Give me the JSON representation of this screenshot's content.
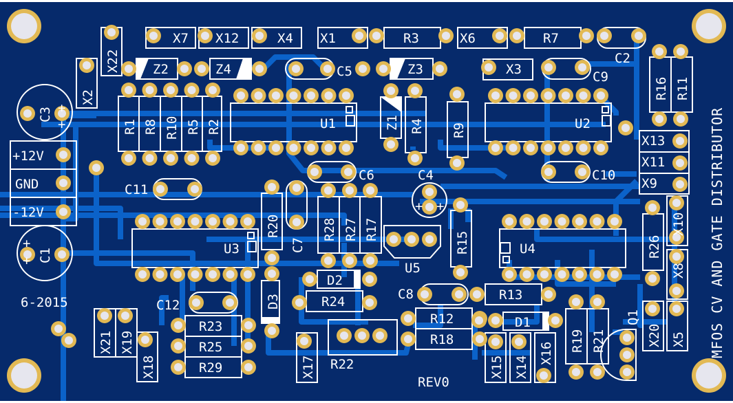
{
  "board": {
    "title": "MFOS CV AND GATE DISTRIBUTOR",
    "date": "6-2015",
    "revision": "REV0",
    "colors": {
      "substrate": "#062a6b",
      "trace": "#0b62c9",
      "pad": "#e2b954",
      "drill": "#e6e6ee",
      "silkscreen": "#ffffff"
    }
  },
  "power_connector": {
    "labels": [
      "+12V",
      "GND",
      "-12V"
    ]
  },
  "ics": [
    "U1",
    "U2",
    "U3",
    "U4",
    "U5"
  ],
  "resistors": {
    "R1": "R1",
    "R2": "R2",
    "R3": "R3",
    "R4": "R4",
    "R5": "R5",
    "R7": "R7",
    "R8": "R8",
    "R9": "R9",
    "R10": "R10",
    "R11": "R11",
    "R12": "R12",
    "R13": "R13",
    "R15": "R15",
    "R16": "R16",
    "R17": "R17",
    "R18": "R18",
    "R19": "R19",
    "R20": "R20",
    "R21": "R21",
    "R22": "R22",
    "R23": "R23",
    "R24": "R24",
    "R25": "R25",
    "R26": "R26",
    "R27": "R27",
    "R28": "R28",
    "R29": "R29"
  },
  "capacitors": {
    "C1": "C1",
    "C2": "C2",
    "C3": "C3",
    "C4": "C4",
    "C5": "C5",
    "C6": "C6",
    "C7": "C7",
    "C8": "C8",
    "C9": "C9",
    "C10": "C10",
    "C11": "C11",
    "C12": "C12"
  },
  "diodes": {
    "D1": "D1",
    "D2": "D2",
    "D3": "D3"
  },
  "zeners": {
    "Z1": "Z1",
    "Z2": "Z2",
    "Z3": "Z3",
    "Z4": "Z4"
  },
  "transistors": {
    "Q1": "Q1"
  },
  "connectors": {
    "X1": "X1",
    "X2": "X2",
    "X3": "X3",
    "X4": "X4",
    "X5": "X5",
    "X6": "X6",
    "X7": "X7",
    "X8": "X8",
    "X9": "X9",
    "X10": "X10",
    "X11": "X11",
    "X12": "X12",
    "X13": "X13",
    "X14": "X14",
    "X15": "X15",
    "X16": "X16",
    "X17": "X17",
    "X18": "X18",
    "X19": "X19",
    "X20": "X20",
    "X21": "X21",
    "X22": "X22"
  },
  "polarity_mark": "+"
}
